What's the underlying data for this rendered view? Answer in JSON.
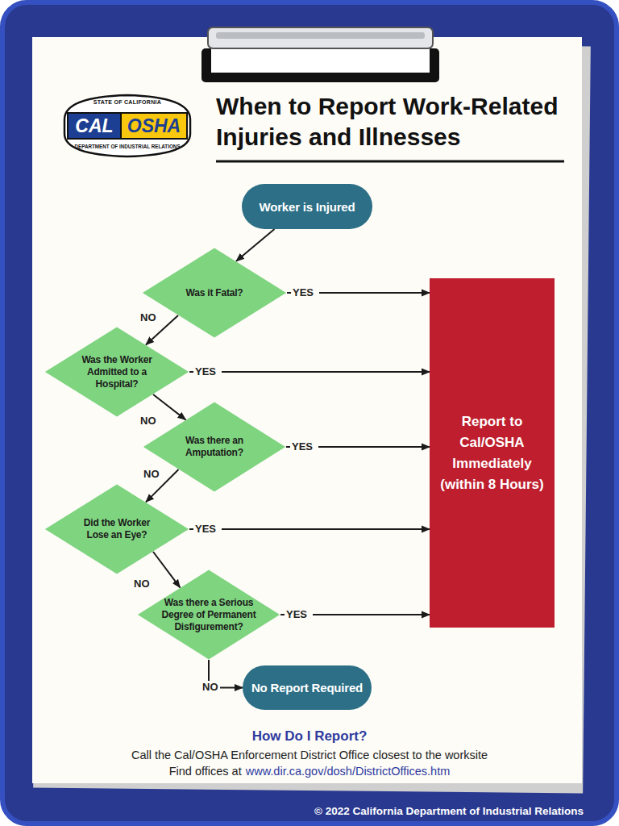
{
  "diagram": {
    "title": "When to Report Work-Related Injuries and Illnesses",
    "nodes": [
      {
        "text": [
          "Worker is Injured"
        ]
      },
      {
        "text": [
          "Was it Fatal?"
        ]
      },
      {
        "text": [
          "Was the Worker Admitted to a Hospital?"
        ]
      },
      {
        "text": [
          "Was there an Amputation?"
        ]
      },
      {
        "text": [
          "Did the Worker Lose an Eye?"
        ]
      },
      {
        "text": [
          "Was there a Serious Degree of Permanent Disfigurement?"
        ]
      },
      {
        "text": [
          "Report to Cal/OSHA Immediately (within 8 Hours)"
        ]
      },
      {
        "text": [
          "No Report Required"
        ]
      }
    ],
    "edges": [
      {
        "from": 0,
        "to": 1,
        "arrow": "to"
      },
      {
        "from": 1,
        "to": 6,
        "label": "YES",
        "arrow": "to"
      },
      {
        "from": 1,
        "to": 2,
        "label": "NO",
        "arrow": "to"
      },
      {
        "from": 2,
        "to": 6,
        "label": "YES",
        "arrow": "to"
      },
      {
        "from": 2,
        "to": 3,
        "label": "NO",
        "arrow": "to"
      },
      {
        "from": 3,
        "to": 6,
        "label": "YES",
        "arrow": "to"
      },
      {
        "from": 3,
        "to": 4,
        "label": "NO",
        "arrow": "to"
      },
      {
        "from": 4,
        "to": 6,
        "label": "YES",
        "arrow": "to"
      },
      {
        "from": 4,
        "to": 5,
        "label": "NO",
        "arrow": "to"
      },
      {
        "from": 5,
        "to": 6,
        "label": "YES",
        "arrow": "to"
      },
      {
        "from": 5,
        "to": 7,
        "label": "NO",
        "arrow": "to"
      }
    ],
    "labels": [
      "STATE OF CALIFORNIA",
      "CAL",
      "OSHA",
      "DEPARTMENT OF INDUSTRIAL RELATIONS",
      "How Do I Report?",
      "Call the Cal/OSHA Enforcement District Office closest to the worksite",
      "Find offices at",
      "www.dir.ca.gov/dosh/DistrictOffices.htm",
      "© 2022 California Department of Industrial Relations"
    ]
  }
}
